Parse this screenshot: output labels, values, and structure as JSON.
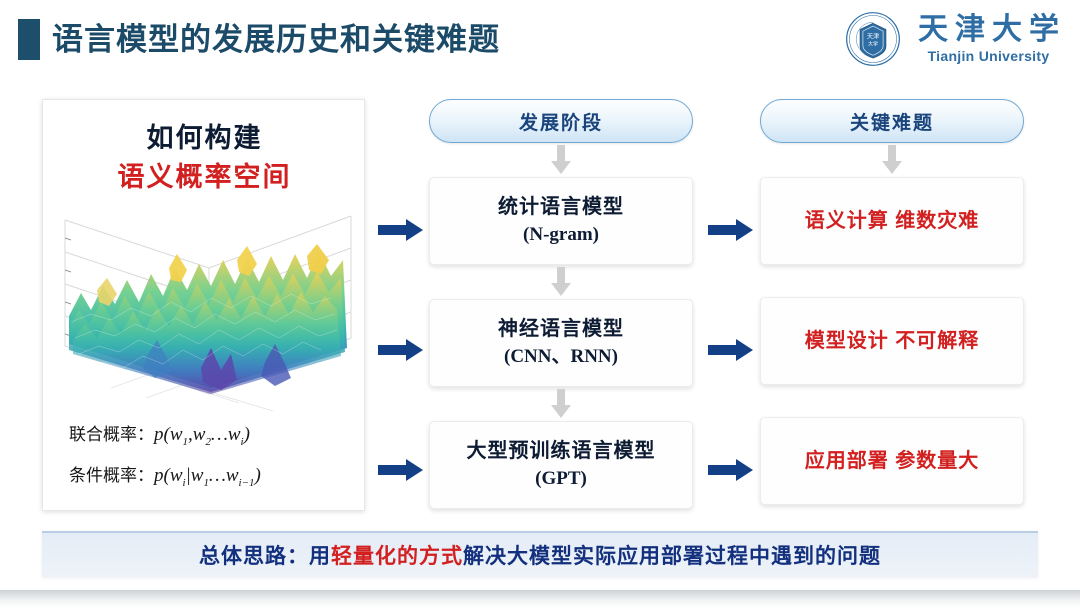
{
  "header": {
    "title": "语言模型的发展历史和关键难题",
    "accent_color": "#1d4e6b",
    "logo": {
      "name_cn": "天津大学",
      "name_en": "Tianjin University",
      "color": "#2f6ea5"
    }
  },
  "left_card": {
    "title_line1": "如何构建",
    "title_line2": "语义概率空间",
    "title_line1_color": "#0d1b33",
    "title_line2_color": "#d21f1f",
    "figure": {
      "type": "surface-3d",
      "description": "3d-probability-surface",
      "colormap": "viridis"
    },
    "formulas": [
      {
        "label": "联合概率：",
        "expr_p": "p",
        "expr_body": "(w1, w2 … wi)"
      },
      {
        "label": "条件概率：",
        "expr_p": "p",
        "expr_body": "(wi | w1 … wi-1)"
      }
    ]
  },
  "columns": {
    "stage": {
      "header": "发展阶段",
      "nodes": [
        {
          "line1": "统计语言模型",
          "line2": "(N-gram)"
        },
        {
          "line1": "神经语言模型",
          "line2": "(CNN、RNN)"
        },
        {
          "line1": "大型预训练语言模型",
          "line2": "(GPT)"
        }
      ]
    },
    "difficulty": {
      "header": "关键难题",
      "nodes": [
        {
          "line1": "语义计算 维数灾难"
        },
        {
          "line1": "模型设计 不可解释"
        },
        {
          "line1": "应用部署 参数量大"
        }
      ]
    }
  },
  "banner": {
    "prefix": "总体思路：用",
    "highlight": "轻量化的方式",
    "suffix": "解决大模型实际应用部署过程中遇到的问题",
    "highlight_color": "#d21f1f",
    "base_color": "#13307e"
  },
  "colors": {
    "arrow_horizontal": "#123f86",
    "arrow_vertical": "#c9c9c9",
    "header_box_border": "#6fa8d4",
    "header_box_text": "#19447c"
  }
}
